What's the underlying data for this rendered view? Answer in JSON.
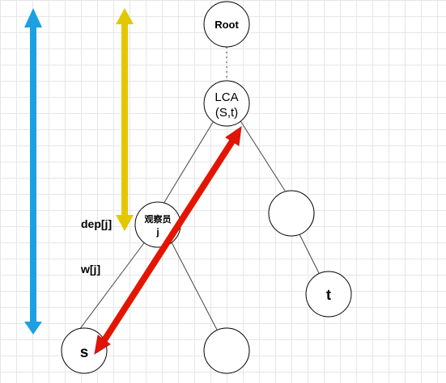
{
  "diagram": {
    "nodes": {
      "root": {
        "label": "Root"
      },
      "lca": {
        "line1": "LCA",
        "line2": "(S,t)"
      },
      "observer": {
        "line1": "观察员",
        "line2": "j"
      },
      "right_child": {
        "label": ""
      },
      "t": {
        "label": "t"
      },
      "s": {
        "label": "s"
      },
      "bottom_right": {
        "label": ""
      }
    },
    "labels": {
      "dep": "dep[j]",
      "w": "w[j]"
    },
    "colors": {
      "blue_arrow": "#1ba1e2",
      "yellow_arrow": "#e3c800",
      "red_arrow": "#e51400",
      "red_outline": "#b91e1e"
    }
  }
}
